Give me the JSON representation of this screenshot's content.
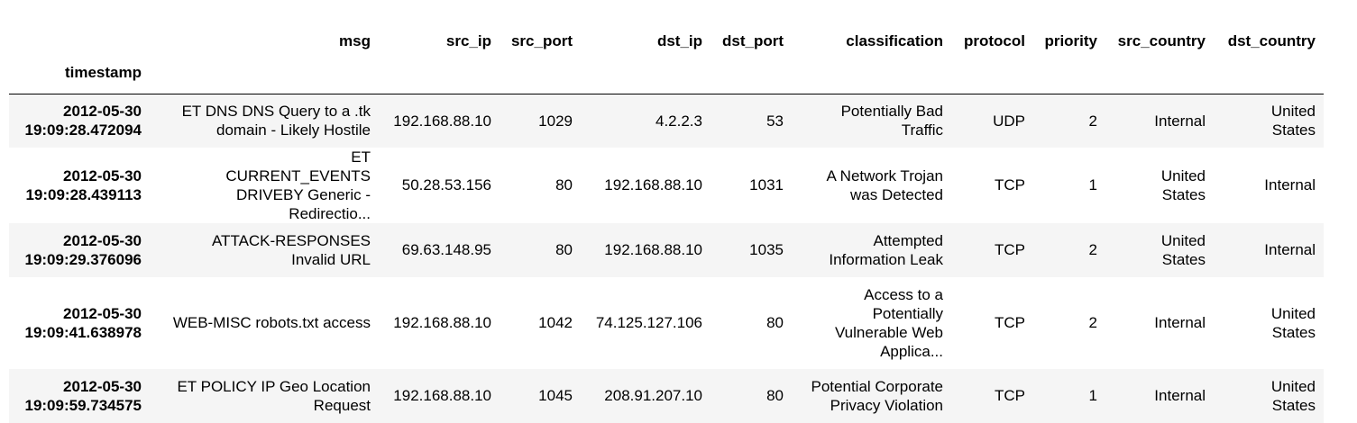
{
  "table": {
    "index_name": "timestamp",
    "columns": [
      "msg",
      "src_ip",
      "src_port",
      "dst_ip",
      "dst_port",
      "classification",
      "protocol",
      "priority",
      "src_country",
      "dst_country"
    ],
    "rows": [
      {
        "timestamp_date": "2012-05-30",
        "timestamp_time": "19:09:28.472094",
        "msg": "ET DNS DNS Query to a .tk domain - Likely Hostile",
        "src_ip": "192.168.88.10",
        "src_port": "1029",
        "dst_ip": "4.2.2.3",
        "dst_port": "53",
        "classification": "Potentially Bad Traffic",
        "protocol": "UDP",
        "priority": "2",
        "src_country": "Internal",
        "dst_country": "United States"
      },
      {
        "timestamp_date": "2012-05-30",
        "timestamp_time": "19:09:28.439113",
        "msg": "ET CURRENT_EVENTS DRIVEBY Generic - Redirectio...",
        "src_ip": "50.28.53.156",
        "src_port": "80",
        "dst_ip": "192.168.88.10",
        "dst_port": "1031",
        "classification": "A Network Trojan was Detected",
        "protocol": "TCP",
        "priority": "1",
        "src_country": "United States",
        "dst_country": "Internal"
      },
      {
        "timestamp_date": "2012-05-30",
        "timestamp_time": "19:09:29.376096",
        "msg": "ATTACK-RESPONSES Invalid URL",
        "src_ip": "69.63.148.95",
        "src_port": "80",
        "dst_ip": "192.168.88.10",
        "dst_port": "1035",
        "classification": "Attempted Information Leak",
        "protocol": "TCP",
        "priority": "2",
        "src_country": "United States",
        "dst_country": "Internal"
      },
      {
        "timestamp_date": "2012-05-30",
        "timestamp_time": "19:09:41.638978",
        "msg": "WEB-MISC robots.txt access",
        "src_ip": "192.168.88.10",
        "src_port": "1042",
        "dst_ip": "74.125.127.106",
        "dst_port": "80",
        "classification": "Access to a Potentially Vulnerable Web Applica...",
        "protocol": "TCP",
        "priority": "2",
        "src_country": "Internal",
        "dst_country": "United States"
      },
      {
        "timestamp_date": "2012-05-30",
        "timestamp_time": "19:09:59.734575",
        "msg": "ET POLICY IP Geo Location Request",
        "src_ip": "192.168.88.10",
        "src_port": "1045",
        "dst_ip": "208.91.207.10",
        "dst_port": "80",
        "classification": "Potential Corporate Privacy Violation",
        "protocol": "TCP",
        "priority": "1",
        "src_country": "Internal",
        "dst_country": "United States"
      }
    ]
  }
}
